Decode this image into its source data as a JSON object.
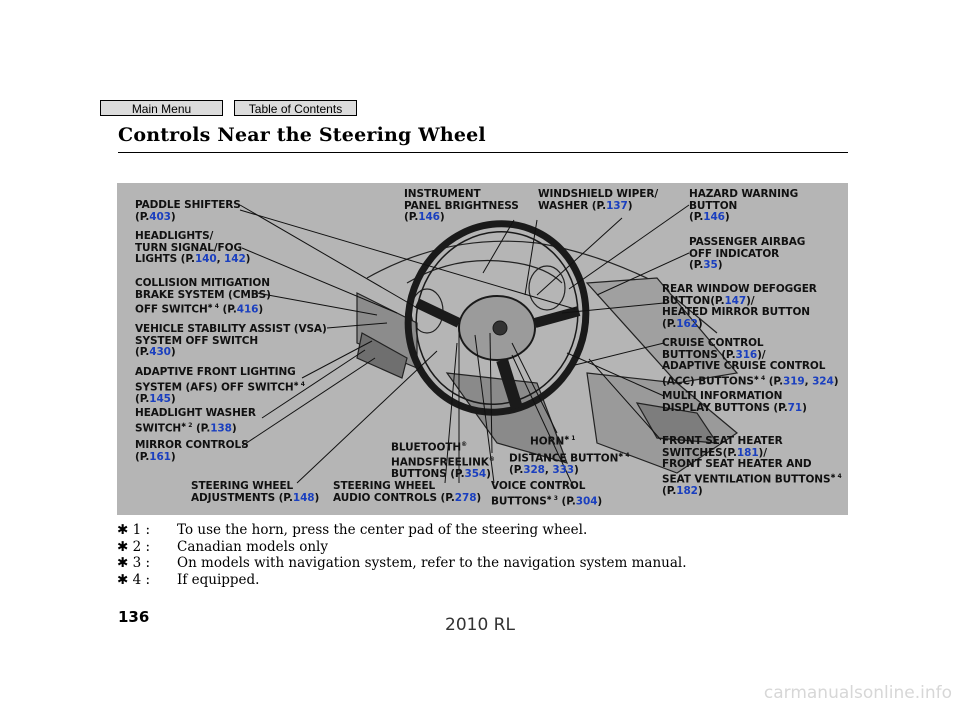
{
  "nav": {
    "main_menu": "Main Menu",
    "toc": "Table of Contents"
  },
  "title": "Controls Near the Steering Wheel",
  "labels": {
    "paddle": {
      "l1": "PADDLE SHIFTERS",
      "l2a": "(P.",
      "r1": "403",
      "l2b": ")"
    },
    "headlights": {
      "l1": "HEADLIGHTS/",
      "l2": "TURN SIGNAL/FOG",
      "l3a": "LIGHTS (P.",
      "r1": "140",
      "sep": ", ",
      "r2": "142",
      "l3b": ")"
    },
    "cmbs": {
      "l1": "COLLISION MITIGATION",
      "l2": "BRAKE SYSTEM (CMBS)",
      "l3a": "OFF SWITCH",
      "mark": "✱ 4",
      "l3b": " (P.",
      "r1": "416",
      "l3c": ")"
    },
    "vsa": {
      "l1": "VEHICLE STABILITY ASSIST (VSA)",
      "l2": "SYSTEM OFF SWITCH",
      "l3a": "(P.",
      "r1": "430",
      "l3b": ")"
    },
    "afs": {
      "l1": "ADAPTIVE FRONT LIGHTING",
      "l2a": "SYSTEM (AFS) OFF SWITCH",
      "mark": "✱ 4",
      "l3a": "(P.",
      "r1": "145",
      "l3b": ")"
    },
    "washer": {
      "l1": "HEADLIGHT WASHER",
      "l2a": "SWITCH",
      "mark": "✱ 2",
      "l2b": " (P.",
      "r1": "138",
      "l2c": ")"
    },
    "mirror": {
      "l1": "MIRROR CONTROLS",
      "l2a": "(P.",
      "r1": "161",
      "l2b": ")"
    },
    "adjust": {
      "l1": "STEERING WHEEL",
      "l2a": "ADJUSTMENTS (P.",
      "r1": "148",
      "l2b": ")"
    },
    "audio": {
      "l1": "STEERING WHEEL",
      "l2a": "AUDIO CONTROLS (P.",
      "r1": "278",
      "l2b": ")"
    },
    "bluetooth": {
      "l1": "BLUETOOTH",
      "reg": "®",
      "l2": "HANDSFREELINK",
      "l3a": "BUTTONS (P.",
      "r1": "354",
      "l3b": ")"
    },
    "voice": {
      "l1": "VOICE CONTROL",
      "l2a": "BUTTONS",
      "mark": "✱ 3",
      "l2b": " (P.",
      "r1": "304",
      "l2c": ")"
    },
    "horn": {
      "l1": "HORN",
      "mark": "✱ 1"
    },
    "distance": {
      "l1": "DISTANCE BUTTON",
      "mark": "✱ 4",
      "l2a": "(P.",
      "r1": "328",
      "sep": ", ",
      "r2": "333",
      "l2b": ")"
    },
    "instrument": {
      "l1": "INSTRUMENT",
      "l2": "PANEL BRIGHTNESS",
      "l3a": "(P.",
      "r1": "146",
      "l3b": ")"
    },
    "wiper": {
      "l1": "WINDSHIELD WIPER/",
      "l2a": "WASHER (P.",
      "r1": "137",
      "l2b": ")"
    },
    "hazard": {
      "l1": "HAZARD WARNING",
      "l2": "BUTTON",
      "l3a": "(P.",
      "r1": "146",
      "l3b": ")"
    },
    "airbag": {
      "l1": "PASSENGER AIRBAG",
      "l2": "OFF INDICATOR",
      "l3a": "(P.",
      "r1": "35",
      "l3b": ")"
    },
    "defogger": {
      "l1": "REAR WINDOW DEFOGGER",
      "l2a": "BUTTON(P.",
      "r1": "147",
      "l2b": ")/",
      "l3": "HEATED MIRROR BUTTON",
      "l4a": "(P.",
      "r2": "162",
      "l4b": ")"
    },
    "cruise": {
      "l1": "CRUISE CONTROL",
      "l2a": "BUTTONS (P.",
      "r1": "316",
      "l2b": ")/",
      "l3": "ADAPTIVE CRUISE CONTROL",
      "l4a": "(ACC) BUTTONS",
      "mark": "✱ 4",
      "l4b": " (P.",
      "r2": "319",
      "sep": ", ",
      "r3": "324",
      "l4c": ")"
    },
    "multi": {
      "l1": "MULTI INFORMATION",
      "l2a": "DISPLAY BUTTONS (P.",
      "r1": "71",
      "l2b": ")"
    },
    "seat": {
      "l1": "FRONT SEAT HEATER",
      "l2a": "SWITCHES(P.",
      "r1": "181",
      "l2b": ")/",
      "l3": "FRONT SEAT HEATER AND",
      "l4a": "SEAT VENTILATION BUTTONS",
      "mark": "✱ 4",
      "l5a": "(P.",
      "r2": "182",
      "l5b": ")"
    }
  },
  "notes": [
    {
      "key": "✱ 1 :",
      "text": "To use the horn, press the center pad of the steering wheel."
    },
    {
      "key": "✱ 2 :",
      "text": "Canadian models only"
    },
    {
      "key": "✱ 3 :",
      "text": "On models with navigation system, refer to the navigation system manual."
    },
    {
      "key": "✱ 4 :",
      "text": "If equipped."
    }
  ],
  "page_number": "136",
  "footer": "2010 RL",
  "watermark": "carmanualsonline.info",
  "colors": {
    "figure_bg": "#b5b5b5",
    "ref_link": "#1a3fbf"
  }
}
